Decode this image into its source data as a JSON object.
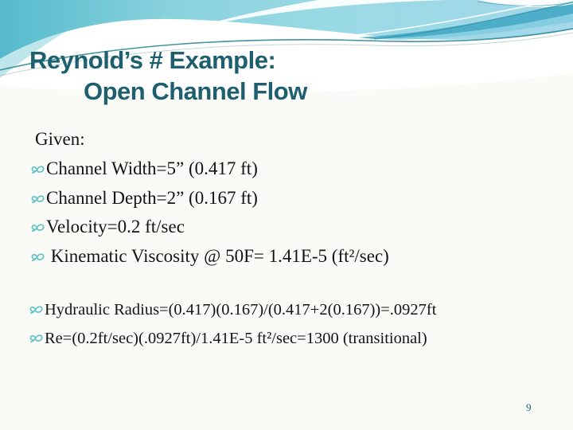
{
  "slide": {
    "title": {
      "line1": "Reynold’s # Example:",
      "line2": "Open Channel Flow"
    },
    "body": {
      "intro": "Given:",
      "bullets_block1": [
        "Channel Width=5” (0.417 ft)",
        "Channel Depth=2” (0.167 ft)",
        "Velocity=0.2 ft/sec",
        " Kinematic Viscosity @ 50F= 1.41E-5 (ft²/sec)"
      ],
      "bullets_block2": [
        "Hydraulic Radius=(0.417)(0.167)/(0.417+2(0.167))=.0927ft",
        "Re=(0.2ft/sec)(.0927ft)/1.41E-5 ft²/sec=1300 (transitional)"
      ]
    },
    "page_number": "9",
    "colors": {
      "title_text": "#1D5F6E",
      "body_text": "#141414",
      "bullet_teal": "#5CC2C4",
      "wave_cyan_left": "#55BACC",
      "wave_cyan_mid": "#93D7E3",
      "wave_blue_right": "#A4D7EA",
      "wave_ribbon_dark": "#45A8C4",
      "background": "#FAFAF6"
    },
    "icons": {
      "bullet": "swirl-vine-bullet"
    }
  }
}
